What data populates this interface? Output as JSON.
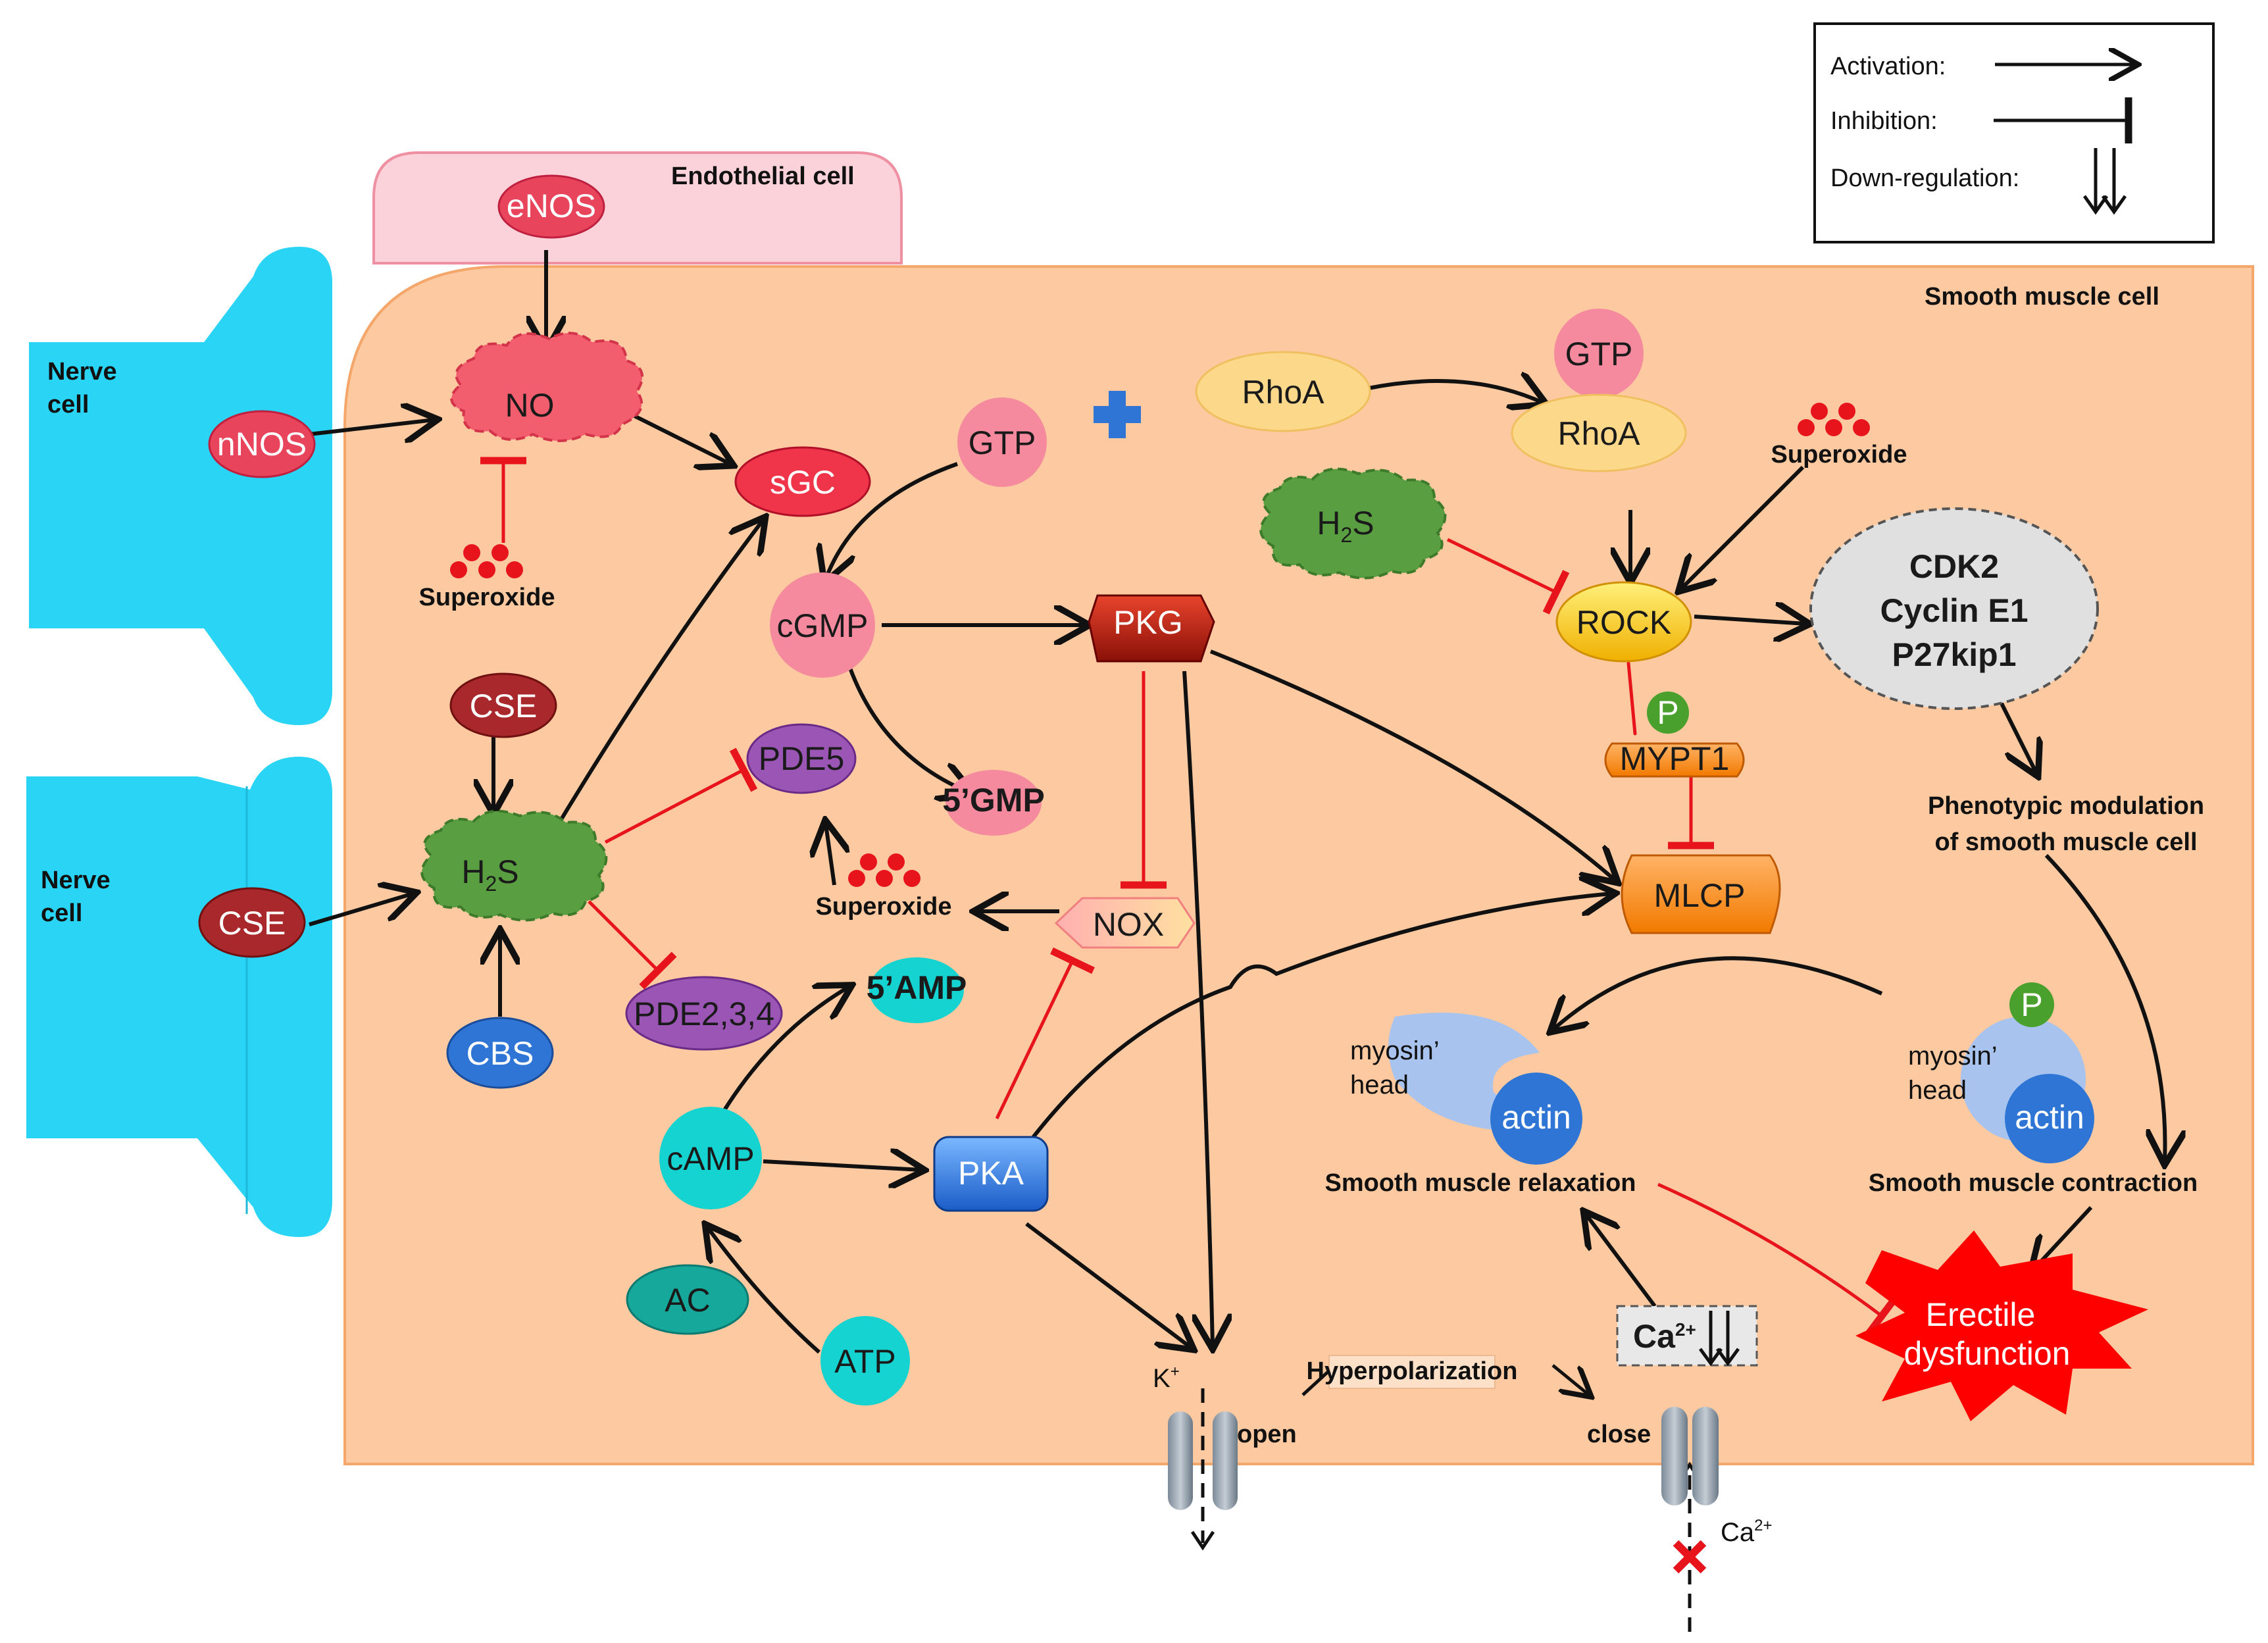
{
  "legend": {
    "activation": "Activation:",
    "inhibition": "Inhibition:",
    "down_regulation": "Down-regulation:"
  },
  "regions": {
    "endothelial": "Endothelial cell",
    "smooth_muscle": "Smooth muscle cell",
    "nerve_top": [
      "Nerve",
      "cell"
    ],
    "nerve_bottom": [
      "Nerve",
      "cell"
    ]
  },
  "nodes": {
    "enos": "eNOS",
    "no": "NO",
    "nnos": "nNOS",
    "sgc": "sGC",
    "superoxide_1": "Superoxide",
    "cse_top": "CSE",
    "h2s_main": "H",
    "h2s_sub": "2",
    "h2s_tail": "S",
    "cse_nerve": "CSE",
    "cbs": "CBS",
    "gtp_1": "GTP",
    "cgmp": "cGMP",
    "pde5": "PDE5",
    "gmp5": "5’GMP",
    "superoxide_2": "Superoxide",
    "pde234": "PDE2,3,4",
    "amp5": "5’AMP",
    "camp": "cAMP",
    "ac": "AC",
    "atp": "ATP",
    "pkg": "PKG",
    "pka": "PKA",
    "nox": "NOX",
    "plus": "+",
    "rhoa_1": "RhoA",
    "gtp_2": "GTP",
    "rhoa_2": "RhoA",
    "superoxide_3": "Superoxide",
    "h2s_2_main": "H",
    "h2s_2_sub": "2",
    "h2s_2_tail": "S",
    "rock": "ROCK",
    "p_1": "P",
    "mypt1": "MYPT1",
    "mlcp": "MLCP",
    "cdk_lines": [
      "CDK2",
      "Cyclin E1",
      "P27kip1"
    ],
    "phenotypic": [
      "Phenotypic modulation",
      "of smooth muscle cell"
    ],
    "myosin_1": [
      "myosin’",
      "head"
    ],
    "actin_1": "actin",
    "myosin_2": [
      "myosin’",
      "head"
    ],
    "actin_2": "actin",
    "p_2": "P",
    "relaxation": "Smooth muscle relaxation",
    "contraction": "Smooth muscle contraction",
    "erectile": [
      "Erectile",
      "dysfunction"
    ],
    "ca_box": "Ca",
    "ca_box_sup": "2+",
    "k_label": "K",
    "k_sup": "+",
    "hyperpolarization": "Hyperpolarization",
    "open": "open",
    "close": "close",
    "ca_bottom": "Ca",
    "ca_bottom_sup": "2+"
  },
  "colors": {
    "nerve": "#29d4f5",
    "smooth_muscle_fill": "#fcc9a0",
    "smooth_muscle_border": "#f5a66a",
    "endothelial_fill": "#fcd2da",
    "activation": "#111111",
    "inhibition": "#e8141c",
    "pink_node": "#f58a9e",
    "teal_node": "#15d3d0",
    "purple_node": "#9b55b5",
    "green_cloud": "#5a9e42"
  }
}
